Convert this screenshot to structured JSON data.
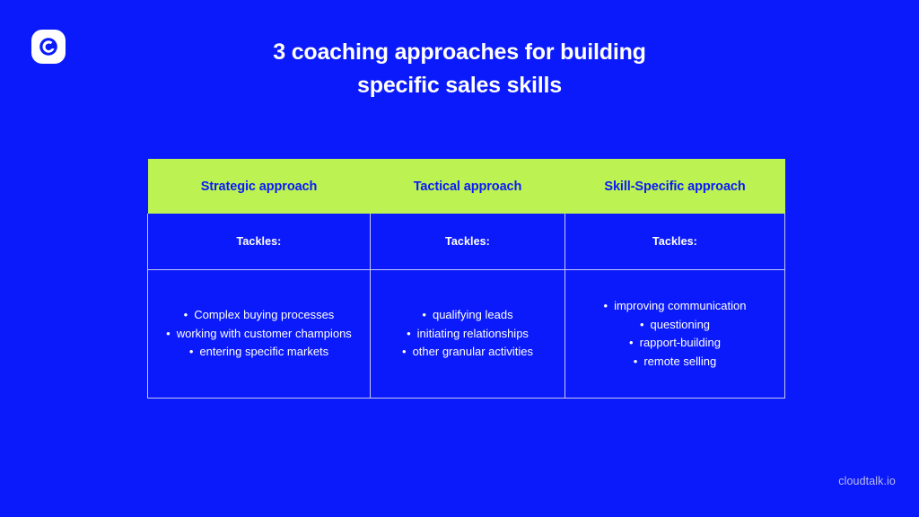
{
  "brand": {
    "logo_icon": "cloudtalk-c-logo-icon",
    "footer_text": "cloudtalk.io"
  },
  "slide": {
    "background_color": "#0a1afa",
    "accent_color": "#bcf252",
    "title_line_1": "3 coaching approaches for building",
    "title_line_2": "specific sales skills"
  },
  "table": {
    "headers": [
      "Strategic approach",
      "Tactical approach",
      "Skill-Specific approach"
    ],
    "subheaders": [
      "Tackles:",
      "Tackles:",
      "Tackles:"
    ],
    "columns": [
      {
        "items": [
          "Complex buying processes",
          "working with customer champions",
          "entering specific markets"
        ]
      },
      {
        "items": [
          "qualifying leads",
          "initiating relationships",
          "other granular activities"
        ]
      },
      {
        "items": [
          "improving communication",
          "questioning",
          "rapport-building",
          "remote selling"
        ]
      }
    ]
  }
}
